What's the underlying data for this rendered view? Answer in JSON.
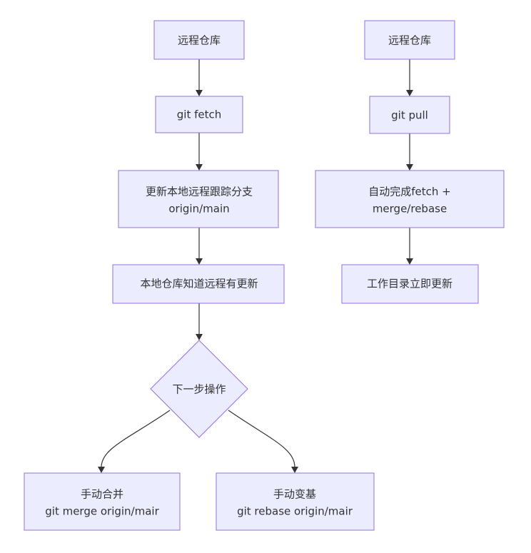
{
  "nodes": {
    "remote_repo_a": "远程仓库",
    "git_fetch": "git fetch",
    "update_tracking_line1": "更新本地远程跟踪分支",
    "update_tracking_line2": "origin/main",
    "local_knows": "本地仓库知道远程有更新",
    "next_step": "下一步操作",
    "manual_merge_line1": "手动合并",
    "manual_merge_line2": "git merge origin/mair",
    "manual_rebase_line1": "手动变基",
    "manual_rebase_line2": "git rebase origin/mair",
    "remote_repo_b": "远程仓库",
    "git_pull": "git pull",
    "auto_complete_line1": "自动完成fetch +",
    "auto_complete_line2": "merge/rebase",
    "worktree_update": "工作目录立即更新"
  },
  "colors": {
    "node_fill": "#ECECFF",
    "node_stroke": "#9370DB",
    "edge": "#333333",
    "text": "#333333"
  }
}
